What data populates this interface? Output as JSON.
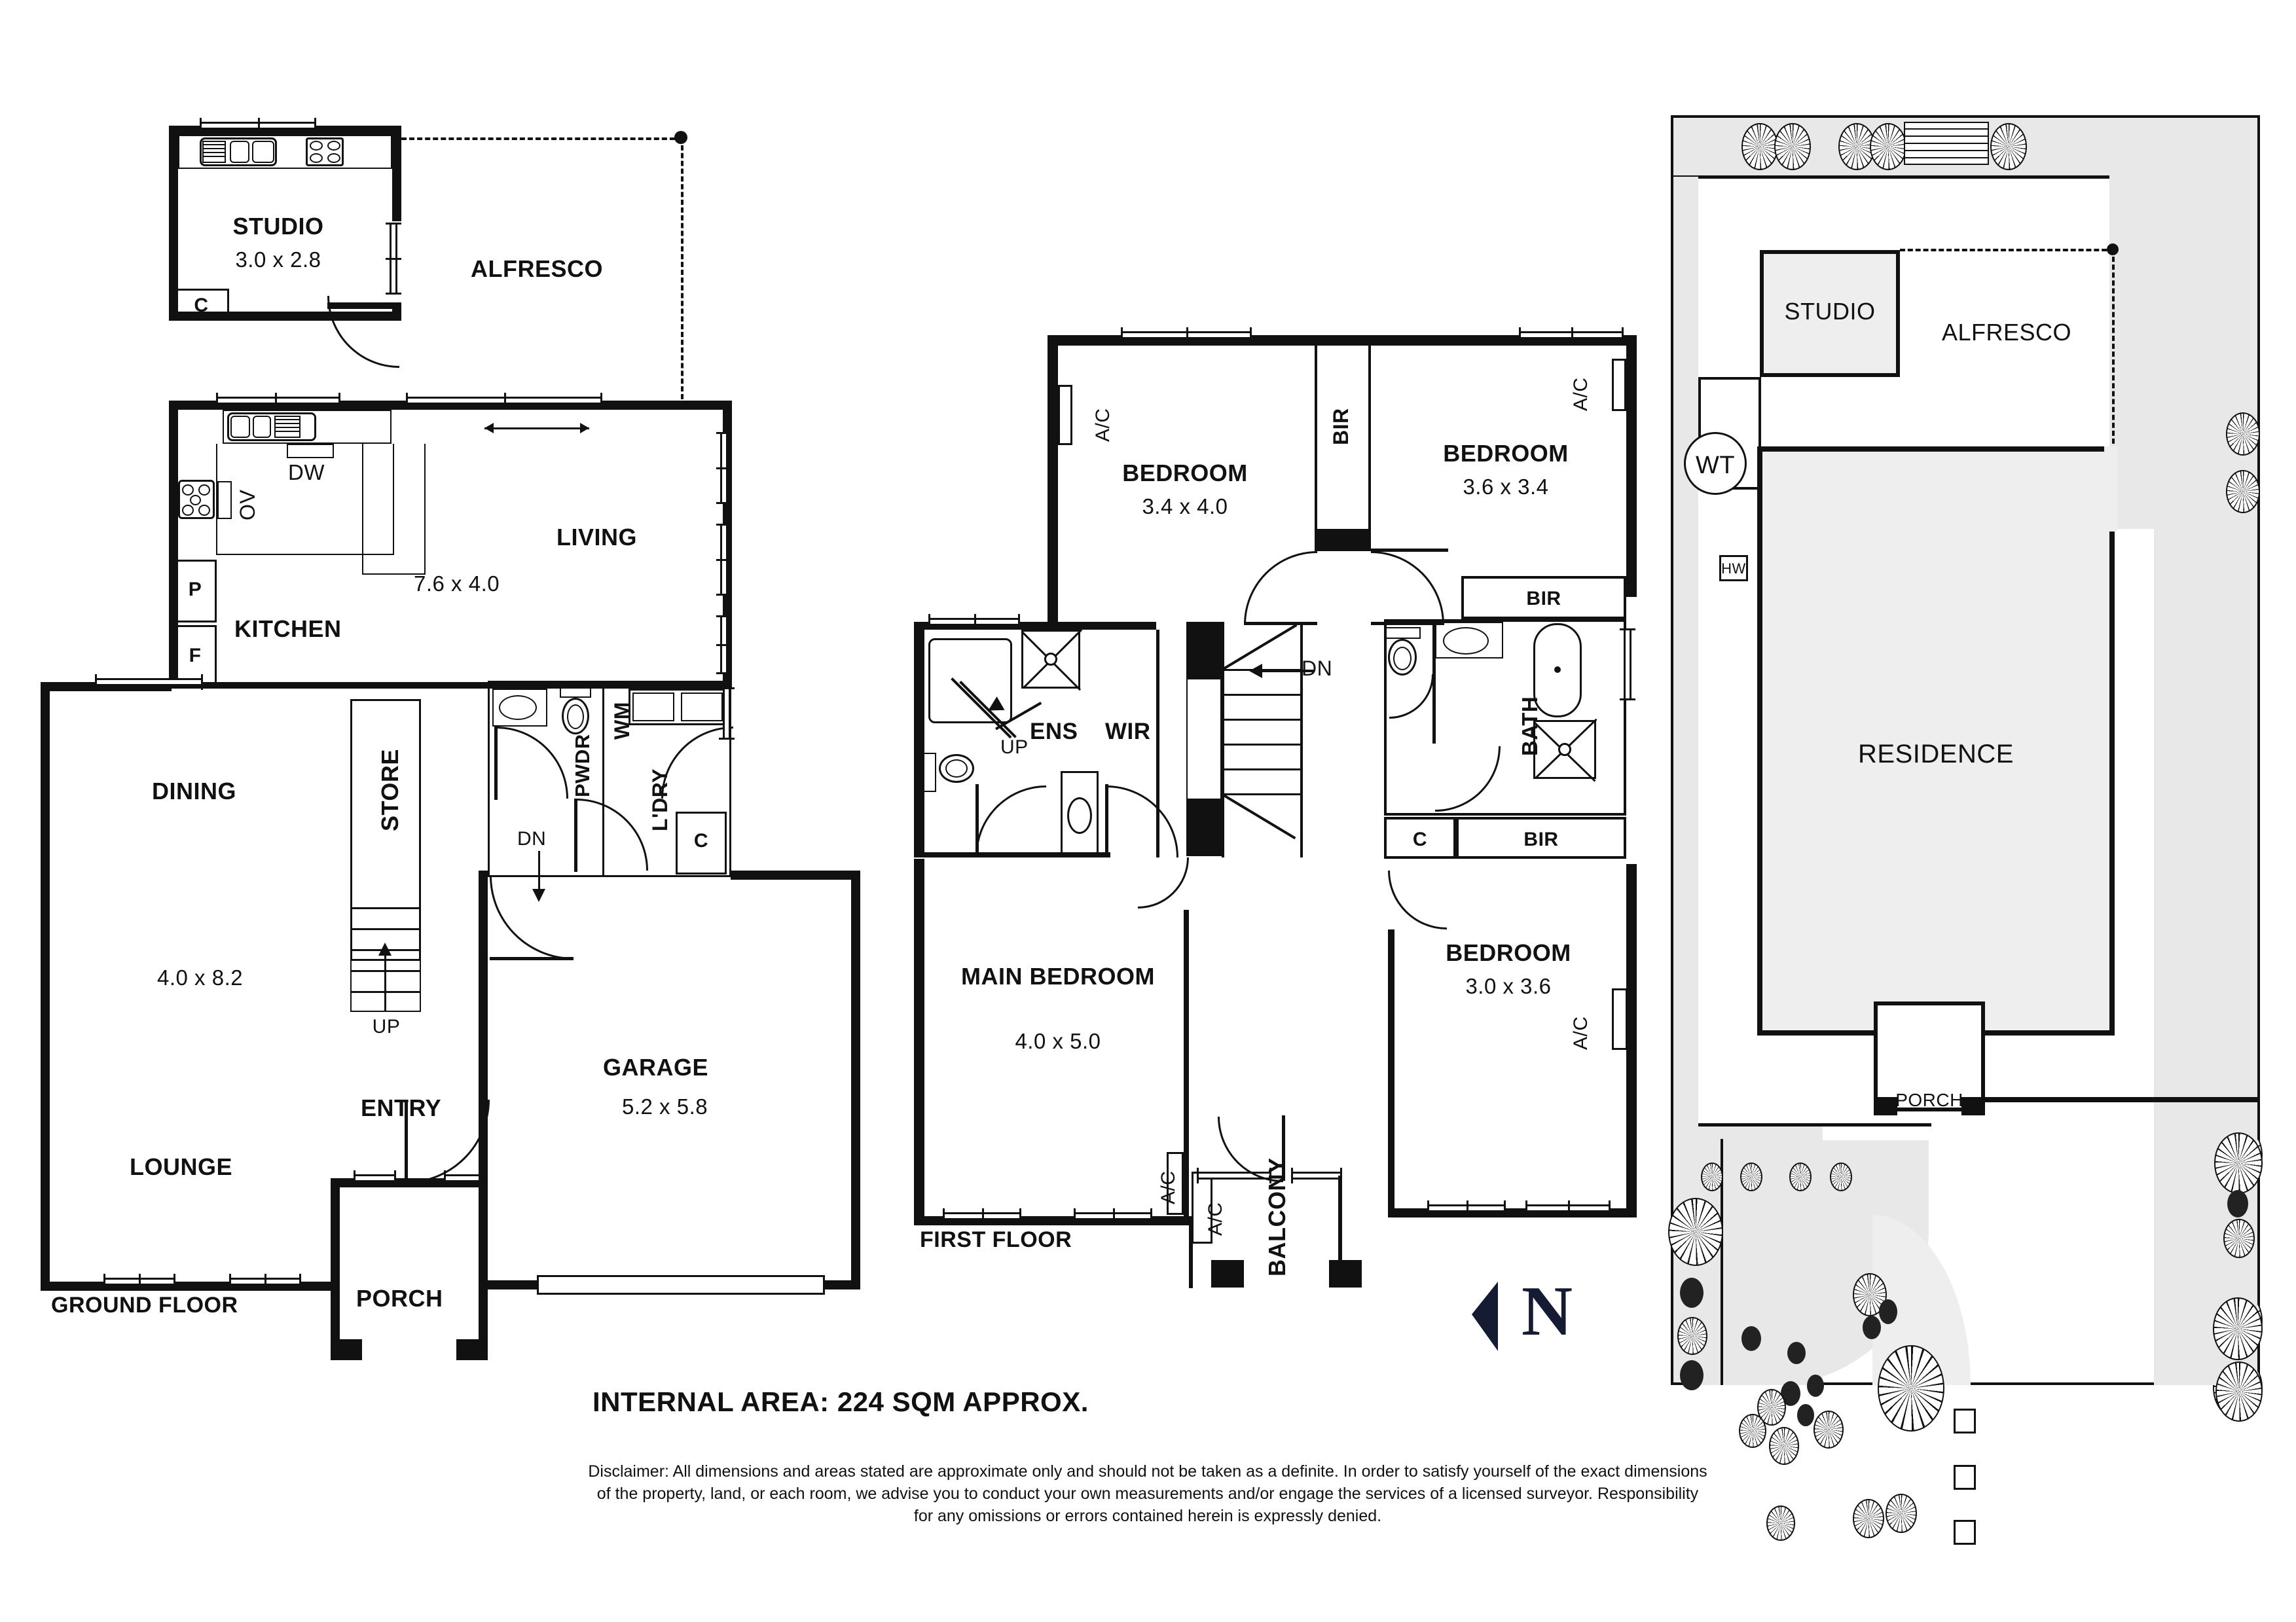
{
  "ground_floor": {
    "label": "GROUND FLOOR",
    "rooms": [
      {
        "name": "STUDIO",
        "dim": "3.0 x 2.8"
      },
      {
        "name": "ALFRESCO",
        "dim": ""
      },
      {
        "name": "LIVING",
        "dim": "7.6 x 4.0"
      },
      {
        "name": "KITCHEN",
        "dim": ""
      },
      {
        "name": "DINING",
        "dim": "4.0 x 8.2"
      },
      {
        "name": "LOUNGE",
        "dim": ""
      },
      {
        "name": "STORE",
        "dim": ""
      },
      {
        "name": "ENTRY",
        "dim": ""
      },
      {
        "name": "GARAGE",
        "dim": "5.2 x 5.8"
      },
      {
        "name": "PORCH",
        "dim": ""
      }
    ],
    "annotations": {
      "closet_studio": "C",
      "pantry": "P",
      "fridge": "F",
      "oven": "OV",
      "dishwasher": "DW",
      "powder": "PWDR",
      "washing_machine": "WM",
      "laundry": "L'DRY",
      "closet_laundry": "C",
      "stairs_down": "DN",
      "stairs_up": "UP"
    }
  },
  "first_floor": {
    "label": "FIRST FLOOR",
    "rooms": [
      {
        "name": "BEDROOM",
        "dim": "3.4 x 4.0"
      },
      {
        "name": "BEDROOM",
        "dim": "3.6 x 3.4"
      },
      {
        "name": "BEDROOM",
        "dim": "3.0 x 3.6"
      },
      {
        "name": "MAIN BEDROOM",
        "dim": "4.0 x 5.0"
      },
      {
        "name": "BALCONY",
        "dim": ""
      }
    ],
    "annotations": {
      "ens": "ENS",
      "wir": "WIR",
      "bath": "BATH",
      "bir_1": "BIR",
      "bir_2": "BIR",
      "bir_3": "BIR",
      "closet": "C",
      "ac_1": "A/C",
      "ac_2": "A/C",
      "ac_3": "A/C",
      "ac_4": "A/C",
      "ac_5": "A/C",
      "stairs_down": "DN",
      "stairs_up": "UP"
    }
  },
  "site_plan": {
    "rooms": [
      {
        "name": "STUDIO"
      },
      {
        "name": "ALFRESCO"
      },
      {
        "name": "RESIDENCE"
      },
      {
        "name": "PORCH"
      }
    ],
    "annotations": {
      "water_tank": "WT",
      "hot_water": "HW"
    }
  },
  "footer": {
    "internal_area": "INTERNAL AREA:  224 SQM APPROX.",
    "north_label": "N",
    "disclaimer_lines": [
      "Disclaimer: All dimensions and areas stated are approximate only and should not be taken as a definite. In order to satisfy yourself of the exact dimensions",
      "of the property, land, or each room, we advise you to conduct your own measurements and/or engage the services of a licensed surveyor. Responsibility",
      "for any omissions or errors contained herein is expressly denied."
    ]
  },
  "colors": {
    "ink": "#111111",
    "fill": "#e8e8e8",
    "north": "#141b33"
  }
}
